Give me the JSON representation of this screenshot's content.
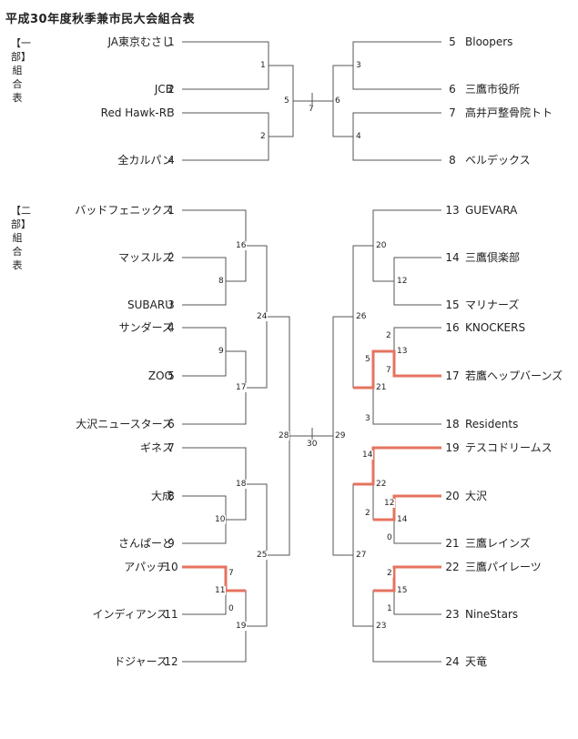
{
  "title": "平成30年度秋季兼市民大会組合表",
  "division_labels": {
    "div1": "【一部】組合表",
    "div2": "【二部】組合表"
  },
  "div1": {
    "left": [
      {
        "seed": "1",
        "name": "JA東京むさし"
      },
      {
        "seed": "2",
        "name": "JCB"
      },
      {
        "seed": "3",
        "name": "Red Hawk-RF"
      },
      {
        "seed": "4",
        "name": "全カルパン"
      }
    ],
    "right": [
      {
        "seed": "5",
        "name": "Bloopers"
      },
      {
        "seed": "6",
        "name": "三鷹市役所"
      },
      {
        "seed": "7",
        "name": "高井戸整骨院トト"
      },
      {
        "seed": "8",
        "name": "ベルデックス"
      }
    ],
    "games": {
      "g1": "1",
      "g2": "2",
      "g3": "3",
      "g4": "4",
      "g5": "5",
      "g6": "6",
      "g7": "7"
    }
  },
  "div2": {
    "left": [
      {
        "seed": "1",
        "name": "バッドフェニックス"
      },
      {
        "seed": "2",
        "name": "マッスルズ"
      },
      {
        "seed": "3",
        "name": "SUBARU"
      },
      {
        "seed": "4",
        "name": "サンダーズ"
      },
      {
        "seed": "5",
        "name": "ZOO"
      },
      {
        "seed": "6",
        "name": "大沢ニュースターズ"
      },
      {
        "seed": "7",
        "name": "ギネス"
      },
      {
        "seed": "8",
        "name": "大成"
      },
      {
        "seed": "9",
        "name": "さんぱーど"
      },
      {
        "seed": "10",
        "name": "アパッチ"
      },
      {
        "seed": "11",
        "name": "インディアンス"
      },
      {
        "seed": "12",
        "name": "ドジャース"
      }
    ],
    "right": [
      {
        "seed": "13",
        "name": "GUEVARA"
      },
      {
        "seed": "14",
        "name": "三鷹倶楽部"
      },
      {
        "seed": "15",
        "name": "マリナーズ"
      },
      {
        "seed": "16",
        "name": "KNOCKERS"
      },
      {
        "seed": "17",
        "name": "若鷹ヘップバーンズ"
      },
      {
        "seed": "18",
        "name": "Residents"
      },
      {
        "seed": "19",
        "name": "テスコドリームス"
      },
      {
        "seed": "20",
        "name": "大沢"
      },
      {
        "seed": "21",
        "name": "三鷹レインズ"
      },
      {
        "seed": "22",
        "name": "三鷹パイレーツ"
      },
      {
        "seed": "23",
        "name": "NineStars"
      },
      {
        "seed": "24",
        "name": "天竜"
      }
    ],
    "games": {
      "g8": "8",
      "g9": "9",
      "g10": "10",
      "g11": "11",
      "g16": "16",
      "g17": "17",
      "g18": "18",
      "g19": "19",
      "g24": "24",
      "g25": "25",
      "g28": "28",
      "g12": "12",
      "g13": "13",
      "g14": "14",
      "g15": "15",
      "g20": "20",
      "g21": "21",
      "g22": "22",
      "g23": "23",
      "g26": "26",
      "g27": "27",
      "g29": "29",
      "g30": "30"
    },
    "scores": {
      "s7": "7",
      "s0a": "0",
      "s2a": "2",
      "s5": "5",
      "s3": "3",
      "s14": "14",
      "s2b": "2",
      "s12": "12",
      "s0b": "0",
      "s2c": "2",
      "s1": "1"
    }
  },
  "colors": {
    "line": "#555555",
    "winner": "#e5735f"
  }
}
